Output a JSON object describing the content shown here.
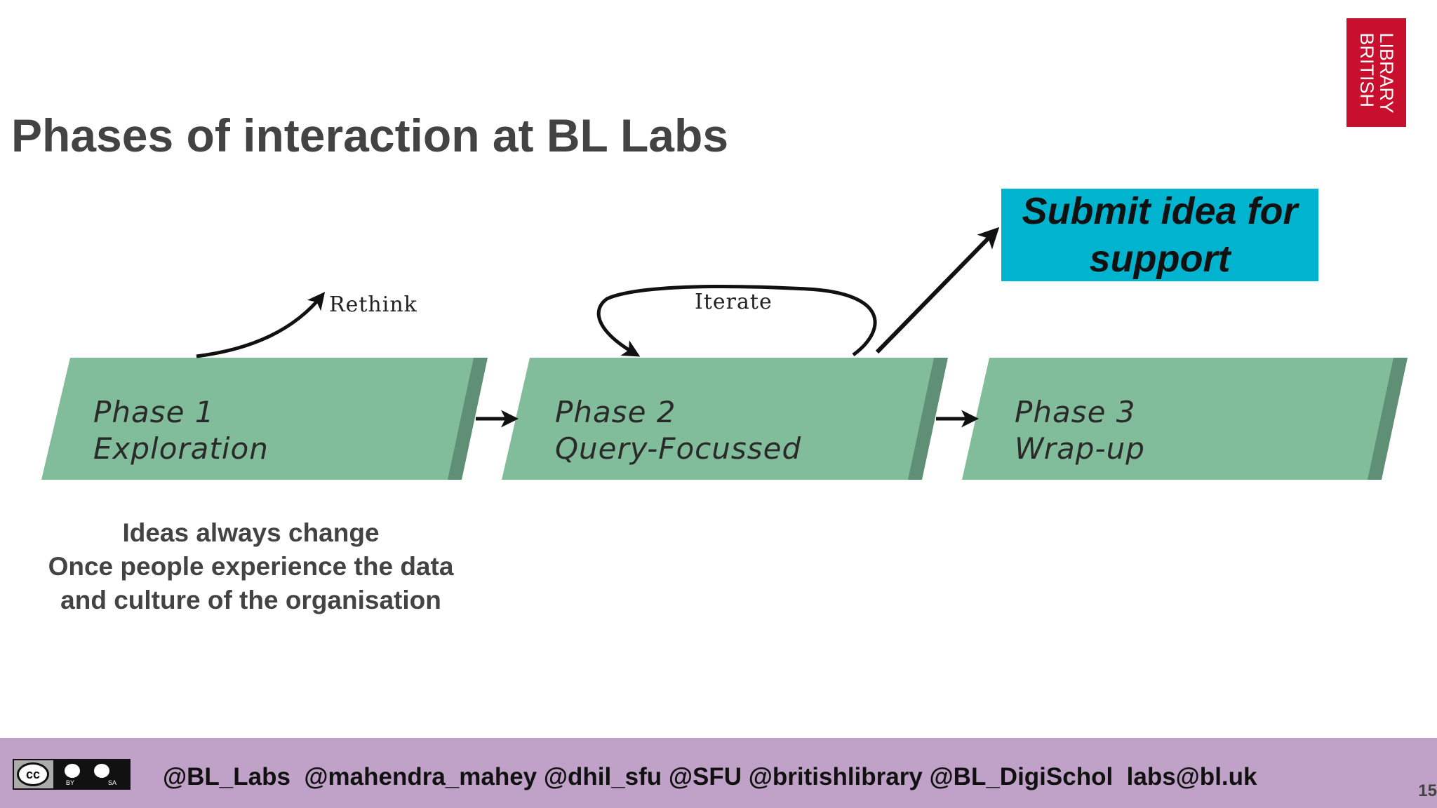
{
  "slide": {
    "title": "Phases of interaction at BL Labs",
    "logo": {
      "line1": "BRITISH",
      "line2": "LIBRARY"
    },
    "submit_box": {
      "line1": "Submit idea for",
      "line2": "support"
    },
    "phases": [
      {
        "number": "Phase 1",
        "name": "Exploration"
      },
      {
        "number": "Phase 2",
        "name": "Query-Focussed"
      },
      {
        "number": "Phase 3",
        "name": "Wrap-up"
      }
    ],
    "arrow_labels": {
      "rethink": "Rethink",
      "iterate": "Iterate"
    },
    "note": {
      "line1": "Ideas always change",
      "line2": "Once people experience the data",
      "line3": "and culture of the organisation"
    },
    "footer": {
      "license": {
        "by": "BY",
        "sa": "SA"
      },
      "handles": "@BL_Labs  @mahendra_mahey @dhil_sfu @SFU @britishlibrary @BL_DigiSchol  labs@bl.uk",
      "page_number": "15"
    }
  },
  "colors": {
    "title": "#434343",
    "phase_fill": "#82bd9b",
    "phase_edge": "#5f8f74",
    "submit_box": "#00b4d0",
    "logo": "#c8102e",
    "footer": "#c0a2c8"
  }
}
